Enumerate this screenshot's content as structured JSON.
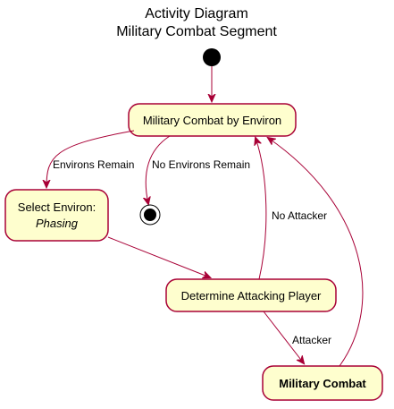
{
  "diagram": {
    "title_line1": "Activity Diagram",
    "title_line2": "Military Combat Segment",
    "colors": {
      "node_fill": "#FEFECE",
      "node_border": "#A80036",
      "edge": "#A80036",
      "start": "#000000"
    },
    "nodes": {
      "military_combat_by_environ": "Military Combat by Environ",
      "select_environ_line1": "Select Environ:",
      "select_environ_line2": "Phasing",
      "determine_attacking_player": "Determine Attacking Player",
      "military_combat": "Military Combat"
    },
    "edges": {
      "environs_remain": "Environs Remain",
      "no_environs_remain": "No Environs Remain",
      "no_attacker": "No Attacker",
      "attacker": "Attacker"
    }
  }
}
